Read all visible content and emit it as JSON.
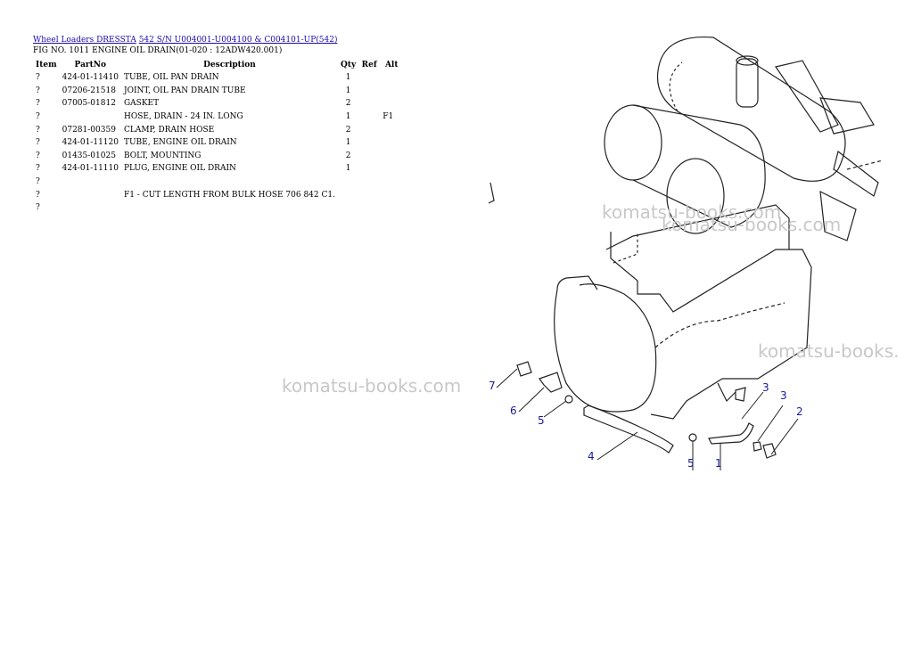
{
  "breadcrumb": {
    "link1": "Wheel Loaders DRESSTA",
    "link2": "542 S/N U004001-U004100 & C004101-UP(542)"
  },
  "figure_title": "FIG NO. 1011 ENGINE OIL DRAIN(01-020 : 12ADW420.001)",
  "table": {
    "headers": {
      "item": "Item",
      "partno": "PartNo",
      "desc": "Description",
      "qty": "Qty",
      "ref": "Ref",
      "alt": "Alt"
    },
    "rows": [
      {
        "item": "?",
        "partno": "424-01-11410",
        "desc": "TUBE, OIL PAN DRAIN",
        "qty": "1",
        "alt": ""
      },
      {
        "item": "?",
        "partno": "07206-21518",
        "desc": "JOINT, OIL PAN DRAIN TUBE",
        "qty": "1",
        "alt": ""
      },
      {
        "item": "?",
        "partno": "07005-01812",
        "desc": "GASKET",
        "qty": "2",
        "alt": ""
      },
      {
        "item": "?",
        "partno": "",
        "desc": "HOSE, DRAIN - 24 IN. LONG",
        "qty": "1",
        "alt": "F1"
      },
      {
        "item": "?",
        "partno": "07281-00359",
        "desc": "CLAMP, DRAIN HOSE",
        "qty": "2",
        "alt": ""
      },
      {
        "item": "?",
        "partno": "424-01-11120",
        "desc": "TUBE, ENGINE OIL DRAIN",
        "qty": "1",
        "alt": ""
      },
      {
        "item": "?",
        "partno": "01435-01025",
        "desc": "BOLT, MOUNTING",
        "qty": "2",
        "alt": ""
      },
      {
        "item": "?",
        "partno": "424-01-11110",
        "desc": "PLUG, ENGINE OIL DRAIN",
        "qty": "1",
        "alt": ""
      },
      {
        "item": "?",
        "partno": "",
        "desc": "",
        "qty": "",
        "alt": ""
      },
      {
        "item": "?",
        "partno": "",
        "desc": "F1 - CUT LENGTH FROM BULK HOSE 706 842 C1.",
        "qty": "",
        "alt": ""
      },
      {
        "item": "?",
        "partno": "",
        "desc": "",
        "qty": "",
        "alt": ""
      }
    ]
  },
  "watermarks": [
    "komatsu-books.com",
    "komatsu-books.com",
    "komatsu-books.",
    "komatsu-books.com"
  ],
  "callouts": [
    "7",
    "6",
    "5",
    "4",
    "5",
    "1",
    "3",
    "3",
    "2"
  ]
}
